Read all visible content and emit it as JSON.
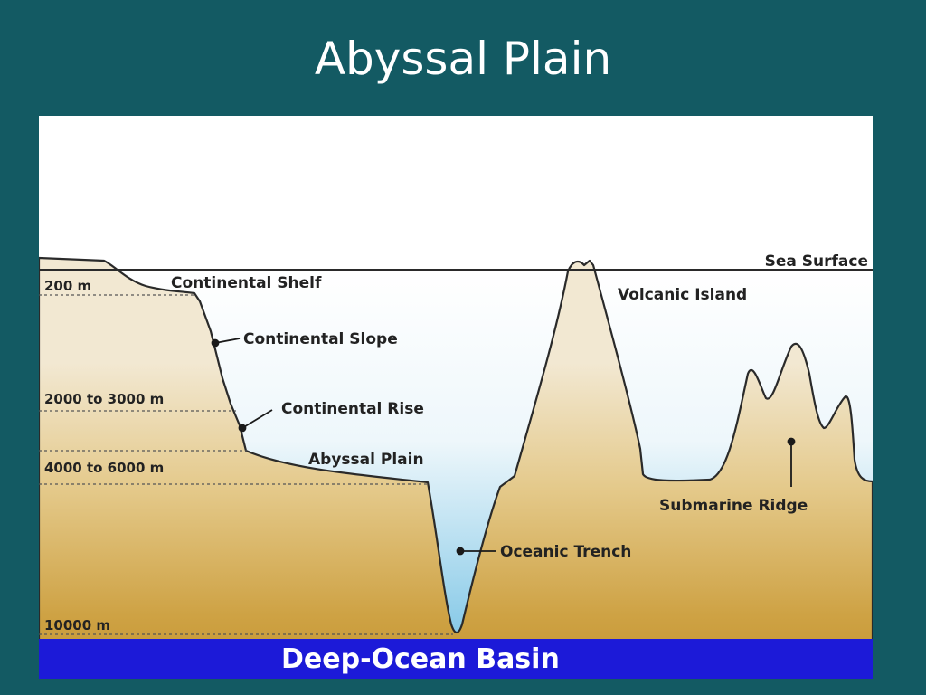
{
  "slide": {
    "title": "Abyssal Plain"
  },
  "diagram": {
    "labels": {
      "sea_surface": "Sea Surface",
      "continental_shelf": "Continental Shelf",
      "continental_slope": "Continental Slope",
      "continental_rise": "Continental Rise",
      "abyssal_plain": "Abyssal Plain",
      "oceanic_trench": "Oceanic Trench",
      "volcanic_island": "Volcanic Island",
      "submarine_ridge": "Submarine Ridge",
      "deep_ocean_basin": "Deep-Ocean Basin"
    },
    "depths": {
      "d200": "200 m",
      "d2000_3000": "2000 to 3000 m",
      "d4000_6000": "4000 to 6000 m",
      "d10000": "10000 m"
    },
    "colors": {
      "slide_background": "#135a63",
      "basin_band": "#1c1ad8",
      "water_light": "#ffffff",
      "water_blue": "#7fc6e6",
      "sediment_light": "#f2e8d2",
      "sediment_dark": "#c99a36"
    }
  }
}
